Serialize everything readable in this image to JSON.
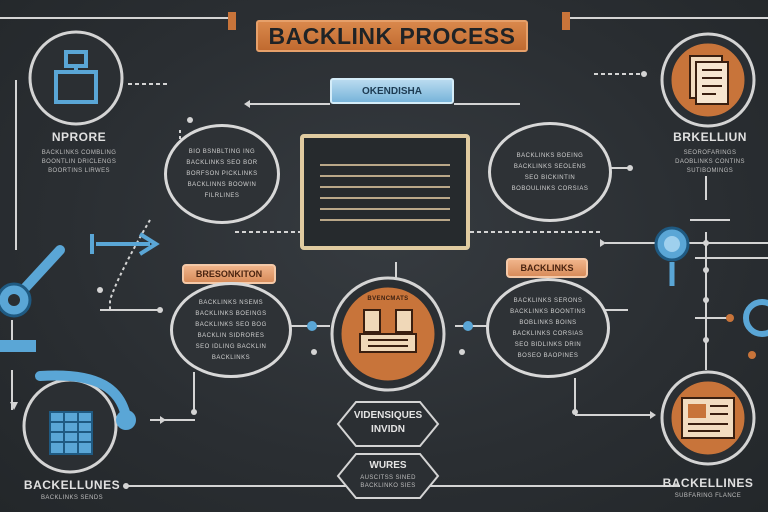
{
  "title": "BACKLINK PROCESS",
  "banner_top": "OKENDISHA",
  "tag_left": "BRESONKITON",
  "tag_right": "BACKLINKS",
  "hex_top": [
    "VIDENSIQUES",
    "INVIDN"
  ],
  "hex_bottom": "WURES",
  "hex_bottom_sub": [
    "AUSCITSS SINED",
    "BACKLINKO SIES"
  ],
  "left_top_label": "NPRORE",
  "left_top_sub": [
    "BACKLINKS COMBLING",
    "BOONTLIN DRICLENGS",
    "BOORTINS LIRWES"
  ],
  "right_top_label": "BRKELLIUN",
  "right_top_sub": [
    "SEOROFARINGS",
    "DAOBLINKS CONTINS",
    "SUTIBOMINGS"
  ],
  "left_bottom_label": "BACKELLUNES",
  "left_bottom_sub": [
    "BACKLINKS SENDS"
  ],
  "right_bottom_label": "BACKELLINES",
  "right_bottom_sub": [
    "SUBFARING FLANCE"
  ],
  "oval_tl": [
    "BIO BSNBLTING ING",
    "BACKLINKS SEO BOR",
    "BORFSON PICKLINKS",
    "BACKLINNS BOOWIN",
    "FILRLINES"
  ],
  "oval_tr": [
    "BACKLINKS BOEING",
    "BACKLINKS SEOLENS",
    "SEO BICKINTIN",
    "BOBOULINKS CORSIAS"
  ],
  "oval_ml": [
    "BACKLINKS NSEMS",
    "BACKLINKS BOEINGS",
    "BACKLINKS SEO BOG",
    "BACKLIN SIDRORES",
    "SEO IDLING BACKLIN",
    "BACKLINKS"
  ],
  "oval_mr": [
    "BACKLINKS SERONS",
    "BACKLINKS BOONTINS",
    "BOBLINKS BOINS",
    "BACKLINKS CORSIAS",
    "SEO BIDLINKS DRIN",
    "BOSEO BAOPINES"
  ],
  "center_bubble": "BVENCMATS",
  "colors": {
    "accent_orange": "#c8743a",
    "accent_blue": "#5aa6d6",
    "line": "#d0d0d0",
    "background": "#2b2f33"
  },
  "icons": [
    "briefcase-icon",
    "document-icon",
    "robot-arm-icon",
    "spreadsheet-icon",
    "newspaper-icon",
    "building-icon",
    "magnifier-icon"
  ]
}
